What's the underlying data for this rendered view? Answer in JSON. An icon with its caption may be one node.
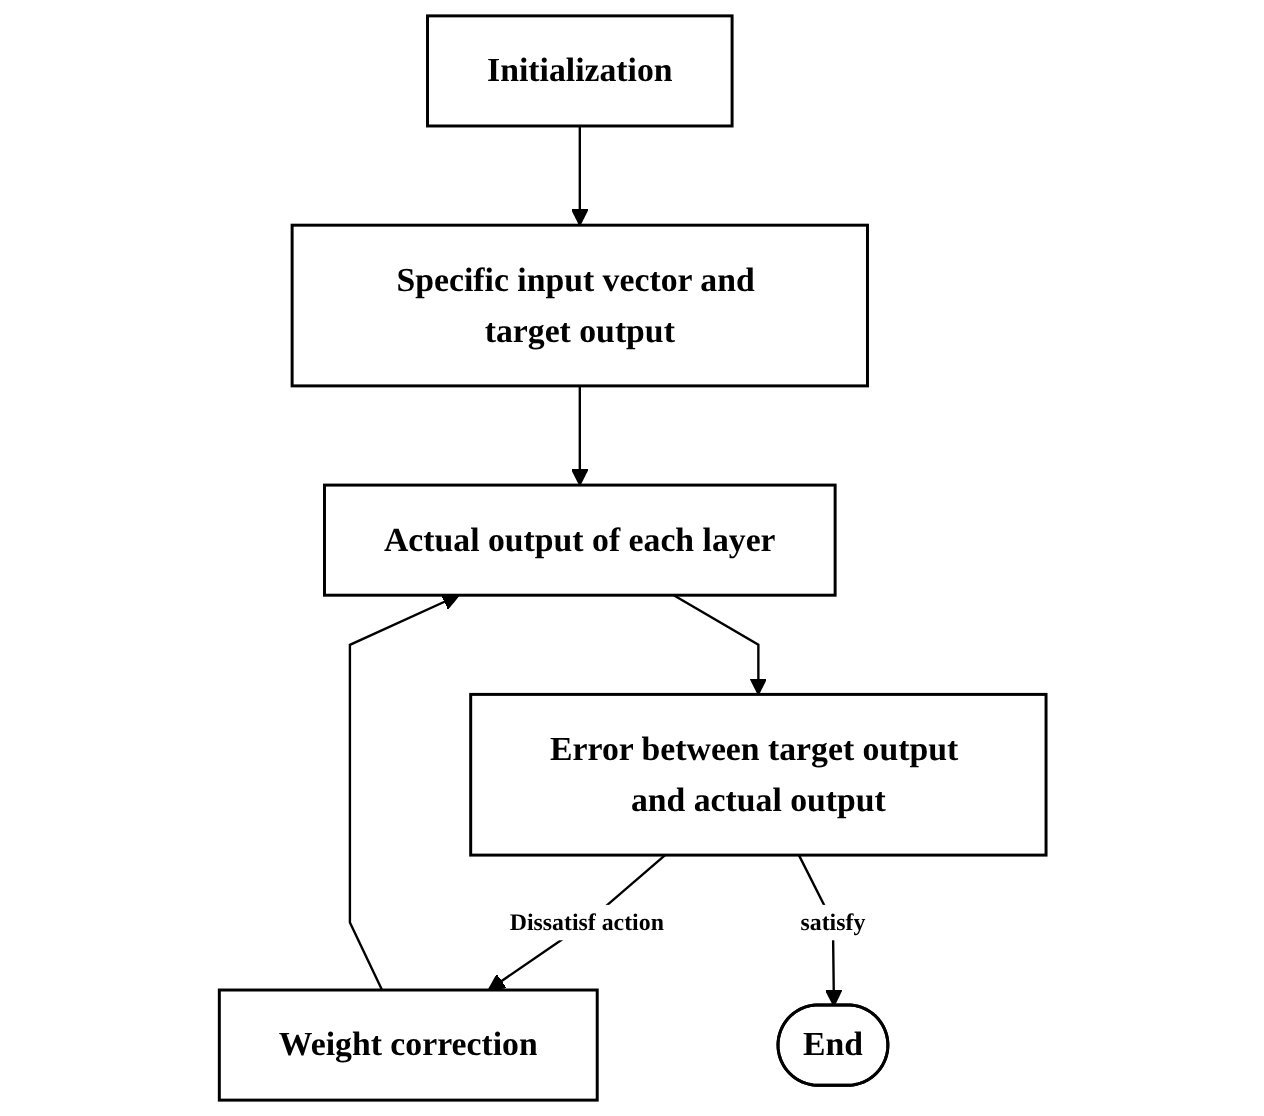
{
  "diagram": {
    "nodes": [
      {
        "text": [
          "Initialization"
        ]
      },
      {
        "text": [
          "Specific input vector and target output"
        ]
      },
      {
        "text": [
          "Actual output of each layer"
        ]
      },
      {
        "text": [
          "Error between target output and actual output"
        ]
      },
      {
        "text": [
          "Weight correction"
        ]
      },
      {
        "text": [
          "End"
        ]
      }
    ],
    "edges": [
      {
        "from": 0,
        "to": 1,
        "arrow": "to"
      },
      {
        "from": 1,
        "to": 2,
        "arrow": "to"
      },
      {
        "from": 2,
        "to": 3,
        "arrow": "to"
      },
      {
        "from": 3,
        "to": 4,
        "arrow": "to",
        "label": "Dissatisf action"
      },
      {
        "from": 4,
        "to": 2,
        "arrow": "to"
      },
      {
        "from": 3,
        "to": 5,
        "arrow": "to",
        "label": "satisfy"
      }
    ]
  }
}
